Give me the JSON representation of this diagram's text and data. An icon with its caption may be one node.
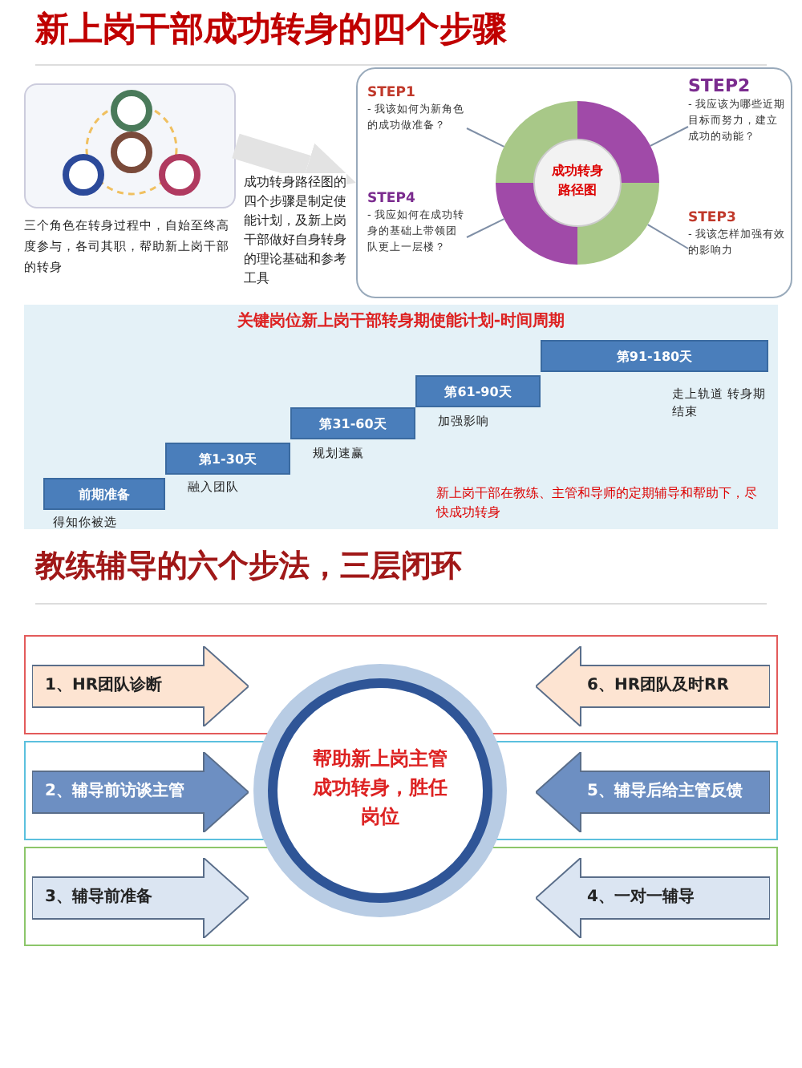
{
  "diagram": {
    "title": "新上岗干部成功转身的四个步骤",
    "nodes": [
      {
        "text": [],
        "shape": "picture",
        "beside": [
          "三个角色在转身过程中，自始至终高度参与，各司其职，帮助新上岗干部的转身"
        ]
      },
      {
        "text": [],
        "shape": "box"
      },
      {
        "text": [
          "成功转身路径图"
        ],
        "in": 1
      },
      {
        "text": [
          "STEP1",
          "- 我该如何为新角色的成功做准备？"
        ],
        "in": 1
      },
      {
        "text": [
          "STEP2",
          "- 我应该为哪些近期目标而努力，建立成功的动能？"
        ],
        "in": 1
      },
      {
        "text": [
          "STEP4",
          "- 我应如何在成功转身的基础上带领团队更上一层楼？"
        ],
        "in": 1
      },
      {
        "text": [
          "STEP3",
          "- 我该怎样加强有效的影响力"
        ],
        "in": 1
      },
      {
        "text": [
          "关键岗位新上岗干部转身期使能计划-时间周期"
        ]
      },
      {
        "text": [
          "前期准备"
        ],
        "in": 7,
        "beside": [
          "得知你被选"
        ]
      },
      {
        "text": [
          "第1-30天"
        ],
        "in": 7,
        "beside": [
          "融入团队"
        ]
      },
      {
        "text": [
          "第31-60天"
        ],
        "in": 7,
        "beside": [
          "规划速赢"
        ]
      },
      {
        "text": [
          "第61-90天"
        ],
        "in": 7,
        "beside": [
          "加强影响"
        ]
      },
      {
        "text": [
          "第91-180天"
        ],
        "in": 7,
        "beside": [
          "走上轨道 转身期结束"
        ]
      },
      {
        "text": [],
        "shape": "box"
      },
      {
        "text": [
          "1、HR团队诊断"
        ],
        "in": 13
      },
      {
        "text": [
          "6、HR团队及时RR"
        ],
        "in": 13
      },
      {
        "text": [],
        "shape": "box"
      },
      {
        "text": [
          "2、辅导前访谈主管"
        ],
        "in": 16
      },
      {
        "text": [
          "5、辅导后给主管反馈"
        ],
        "in": 16
      },
      {
        "text": [],
        "shape": "box"
      },
      {
        "text": [
          "3、辅导前准备"
        ],
        "in": 19
      },
      {
        "text": [
          "4、一对一辅导"
        ],
        "in": 19
      },
      {
        "text": [
          "帮助新上岗主管成功转身，胜任岗位"
        ]
      }
    ],
    "edges": [
      {
        "from": 0,
        "to": 1,
        "arrow": "to",
        "label": "成功转身路径图的四个步骤是制定使能计划，及新上岗干部做好自身转身的理论基础和参考工具",
        "style": "thick",
        "color": "#e3e3e3"
      },
      {
        "from": 3,
        "to": 2,
        "arrow": "none"
      },
      {
        "from": 4,
        "to": 2,
        "arrow": "none"
      },
      {
        "from": 5,
        "to": 2,
        "arrow": "none"
      },
      {
        "from": 6,
        "to": 2,
        "arrow": "none"
      }
    ],
    "labels": [
      "教练辅导的六个步法，三层闭环",
      "新上岗干部在教练、主管和导师的定期辅导和帮助下，尽快成功转身"
    ]
  }
}
